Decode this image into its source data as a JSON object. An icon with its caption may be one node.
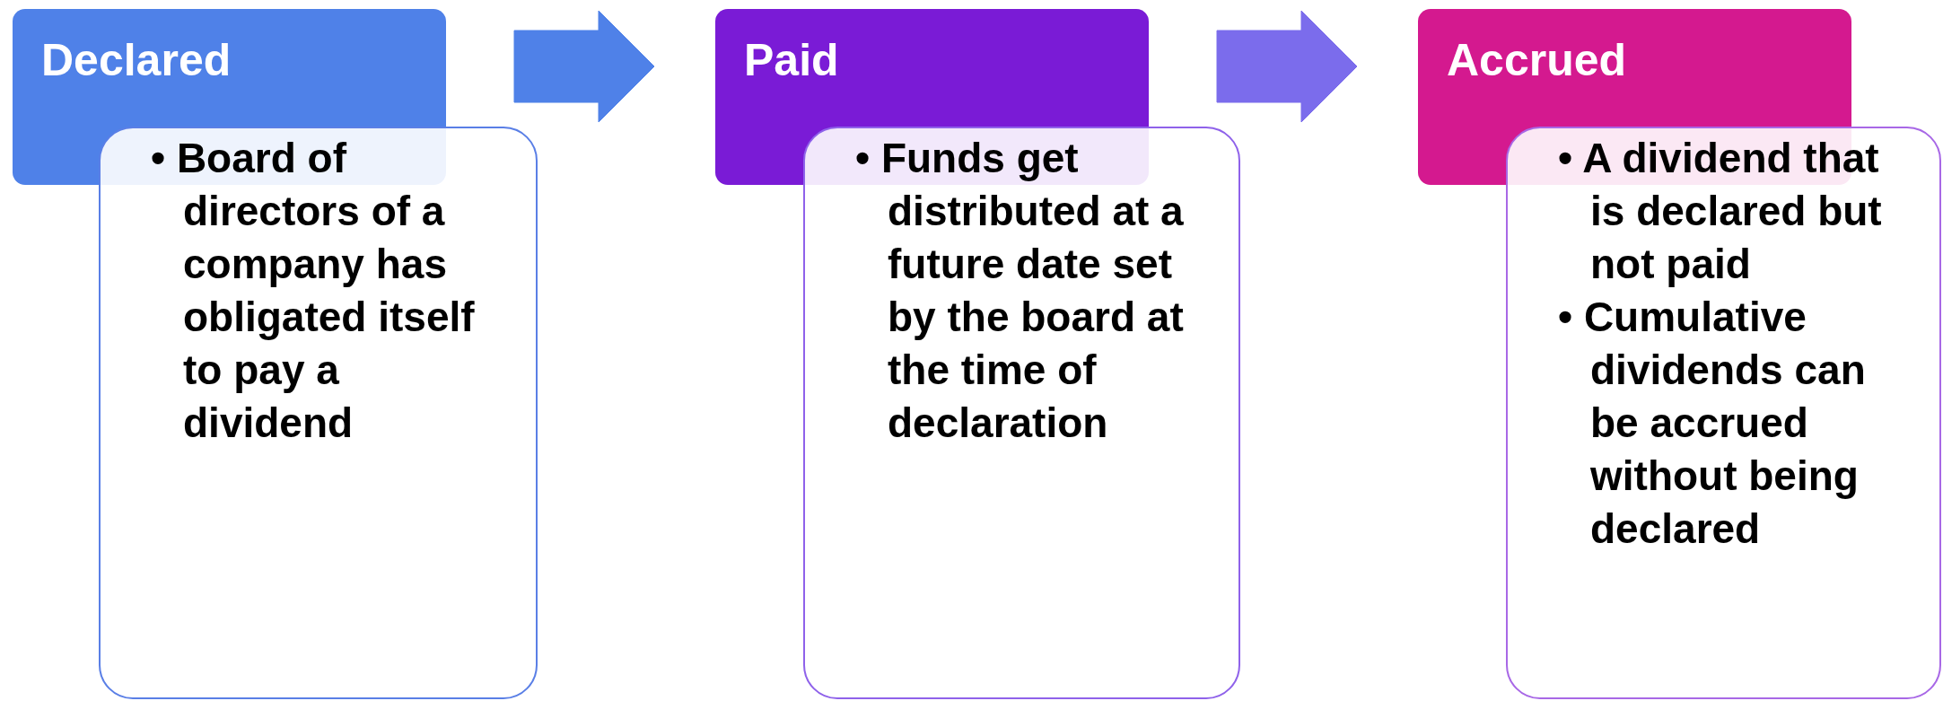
{
  "diagram": {
    "nodes": [
      {
        "text": [
          "Declared"
        ]
      },
      {
        "text": [
          "• Board of directors of a company has obligated itself to pay a dividend"
        ]
      },
      {
        "text": [
          "Paid"
        ]
      },
      {
        "text": [
          "• Funds get distributed at a future date set by the board at the time of declaration"
        ]
      },
      {
        "text": [
          "Accrued"
        ]
      },
      {
        "text": [
          "• A dividend that is declared but not paid",
          "• Cumulative dividends can be accrued without being declared"
        ]
      }
    ],
    "edges": [
      {
        "from": 0,
        "to": 2,
        "arrow": "to",
        "color": "#4f81e8"
      },
      {
        "from": 2,
        "to": 4,
        "arrow": "to",
        "color": "#7b6cec"
      }
    ]
  }
}
